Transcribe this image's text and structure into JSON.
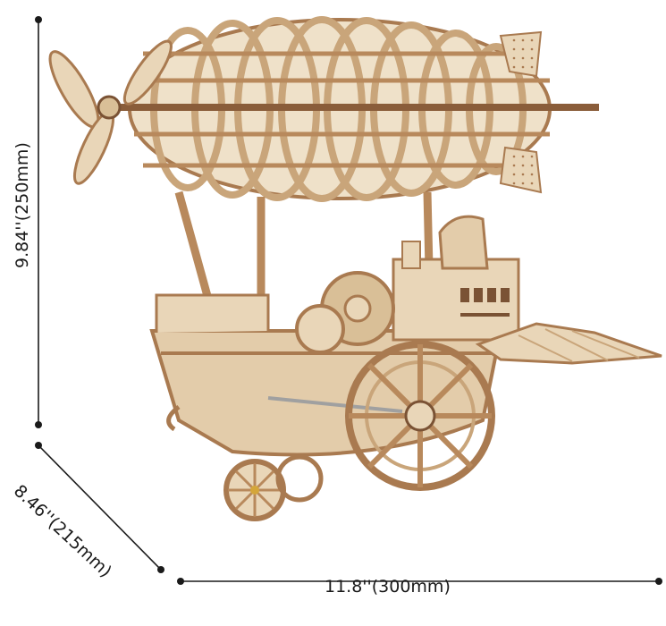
{
  "dimensions": {
    "height": "9.84''(250mm)",
    "depth": "8.46''(215mm)",
    "width": "11.8''(300mm)"
  },
  "colors": {
    "wood_light": "#e9d6b8",
    "wood_mid": "#d9bf97",
    "wood_edge": "#a97a50",
    "wood_dark": "#7a5234",
    "dim_line": "#1a1a1a",
    "background": "#ffffff"
  }
}
